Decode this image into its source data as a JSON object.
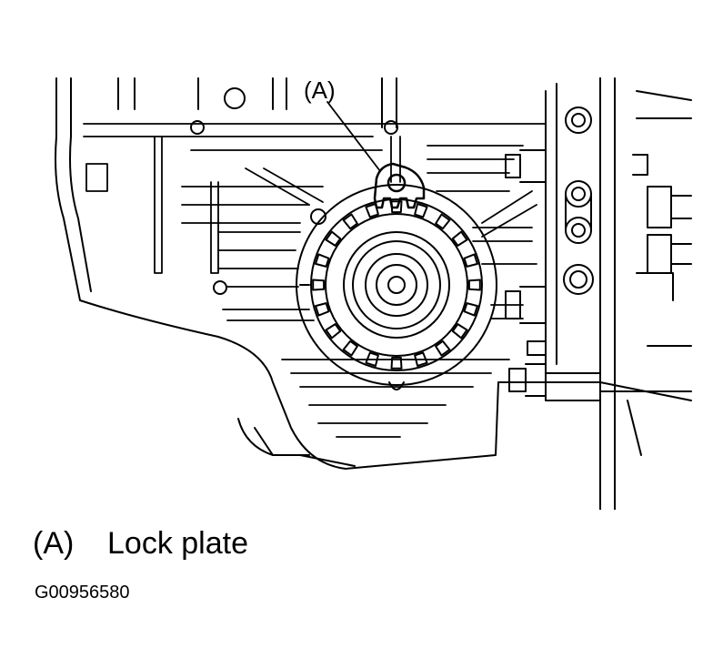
{
  "callout": {
    "label": "(A)"
  },
  "legend": {
    "key": "(A)",
    "description": "Lock plate"
  },
  "figure_id": "G00956580"
}
